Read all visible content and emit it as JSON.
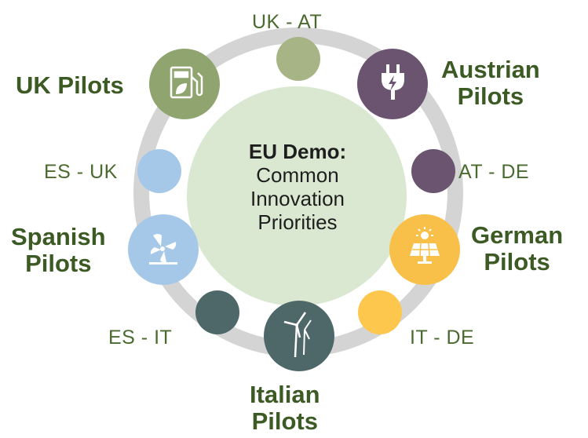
{
  "center": {
    "title": "EU Demo:",
    "lines": [
      "Common",
      "Innovation",
      "Priorities"
    ]
  },
  "pilots": {
    "uk": {
      "line1": "UK Pilots",
      "icon": "fuel-pump-leaf-icon",
      "color": "#8fa46f"
    },
    "austrian": {
      "line1": "Austrian",
      "line2": "Pilots",
      "icon": "electric-plug-icon",
      "color": "#6a5470"
    },
    "german": {
      "line1": "German",
      "line2": "Pilots",
      "icon": "solar-panel-icon",
      "color": "#f8c048"
    },
    "italian": {
      "line1": "Italian",
      "line2": "Pilots",
      "icon": "wind-turbine-icon",
      "color": "#4e6869"
    },
    "spanish": {
      "line1": "Spanish",
      "line2": "Pilots",
      "icon": "hydro-turbine-icon",
      "color": "#a5c8e8"
    }
  },
  "pairs": {
    "uk_at": {
      "label": "UK - AT",
      "color": "#a6b486"
    },
    "at_de": {
      "label": "AT - DE",
      "color": "#6a5470"
    },
    "it_de": {
      "label": "IT - DE",
      "color": "#fcc74c"
    },
    "es_it": {
      "label": "ES - IT",
      "color": "#4e6869"
    },
    "es_uk": {
      "label": "ES - UK",
      "color": "#a5c8e8"
    }
  },
  "colors": {
    "ring": "#d4d4d4",
    "center_fill": "#dbe8d1",
    "label_text": "#3c5a24"
  }
}
